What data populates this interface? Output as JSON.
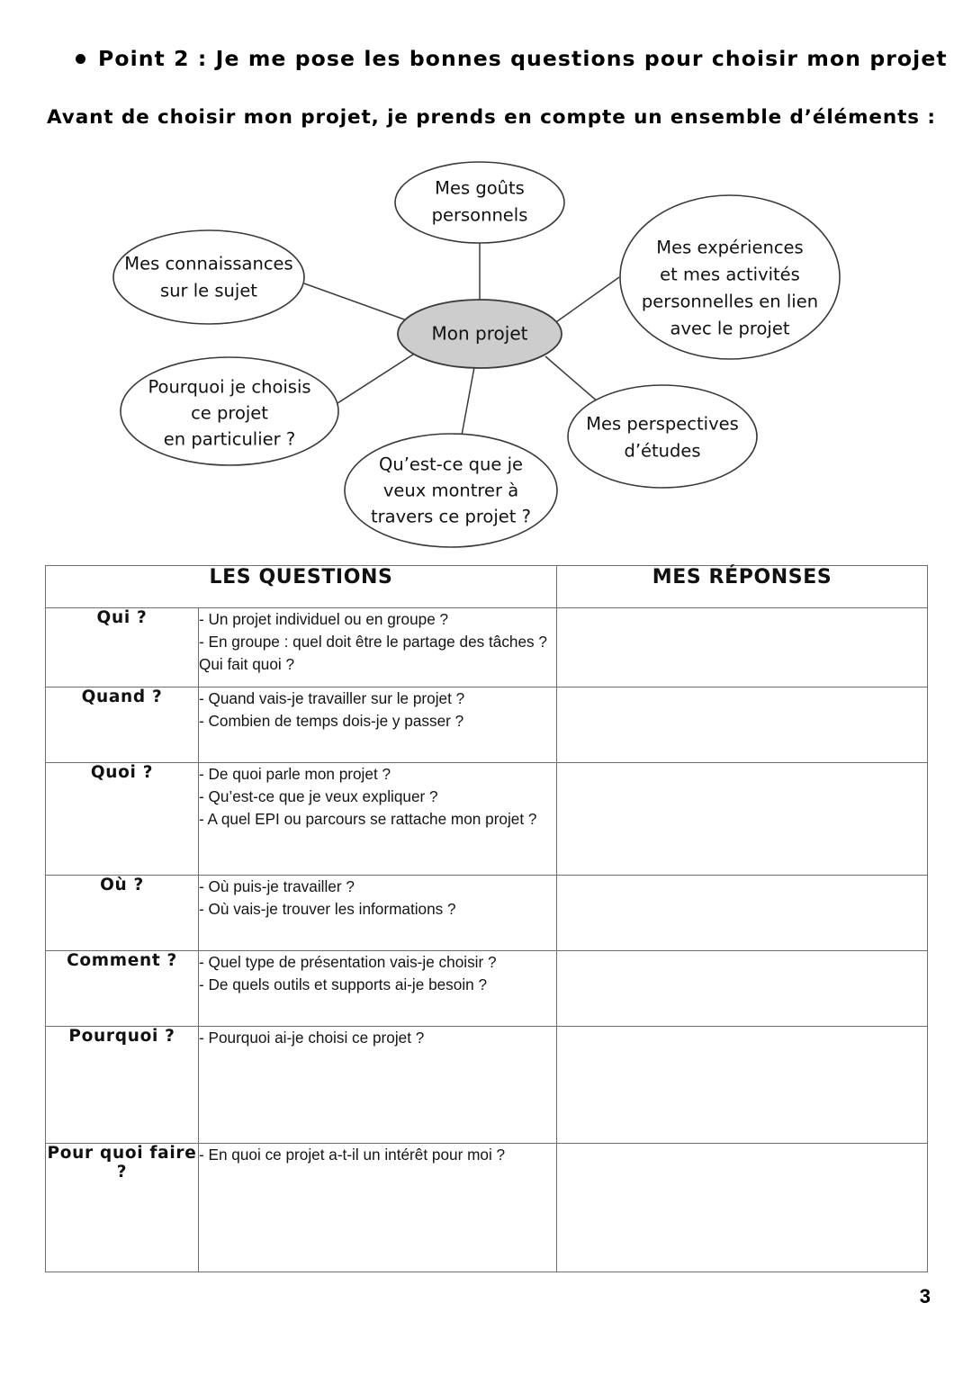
{
  "heading": {
    "bullet_icon": "bullet-dot",
    "text": "Point 2 : Je me pose les bonnes questions pour choisir mon projet"
  },
  "intro": {
    "text": "Avant de choisir mon projet, je prends en compte un ensemble d’éléments :"
  },
  "mindmap": {
    "center": {
      "label": "Mon projet",
      "fill_color": "#cdcdcd",
      "stroke_color": "#3a3a3a"
    },
    "nodes": [
      {
        "id": "gouts",
        "lines": [
          "Mes goûts",
          "personnels"
        ]
      },
      {
        "id": "connaissances",
        "lines": [
          "Mes connaissances",
          "sur le sujet"
        ]
      },
      {
        "id": "experiences",
        "lines": [
          "Mes expériences",
          "et mes activités",
          "personnelles en lien",
          "avec le projet"
        ]
      },
      {
        "id": "pourquoi",
        "lines": [
          "Pourquoi je choisis",
          "ce projet",
          "en particulier ?"
        ]
      },
      {
        "id": "montrer",
        "lines": [
          "Qu’est-ce que je",
          "veux montrer à",
          "travers ce projet ?"
        ]
      },
      {
        "id": "perspectives",
        "lines": [
          "Mes perspectives",
          "d’études"
        ]
      }
    ]
  },
  "table": {
    "headers": {
      "questions": "LES QUESTIONS",
      "answers": "MES RÉPONSES"
    },
    "rows": [
      {
        "label": "Qui ?",
        "questions": [
          "- Un projet individuel ou en groupe ?",
          "- En groupe : quel doit être le partage des tâches ? Qui fait quoi ?"
        ],
        "answer": ""
      },
      {
        "label": "Quand ?",
        "questions": [
          "- Quand vais-je travailler sur le projet ?",
          "- Combien de temps dois-je y passer ?"
        ],
        "answer": ""
      },
      {
        "label": "Quoi ?",
        "questions": [
          "- De quoi parle mon projet ?",
          "- Qu’est-ce que je veux expliquer ?",
          "- A quel EPI ou parcours se rattache mon projet ?"
        ],
        "answer": ""
      },
      {
        "label": "Où ?",
        "questions": [
          "- Où puis-je travailler ?",
          "- Où vais-je trouver les informations ?"
        ],
        "answer": ""
      },
      {
        "label": "Comment ?",
        "questions": [
          "- Quel type de présentation vais-je choisir ?",
          "- De quels outils et supports ai-je besoin ?"
        ],
        "answer": ""
      },
      {
        "label": "Pourquoi ?",
        "questions": [
          "- Pourquoi ai-je choisi ce projet ?"
        ],
        "answer": ""
      },
      {
        "label": "Pour quoi faire ?",
        "questions": [
          "- En quoi ce projet a-t-il un intérêt pour moi ?"
        ],
        "answer": ""
      }
    ]
  },
  "footer": {
    "page_number": "3"
  }
}
